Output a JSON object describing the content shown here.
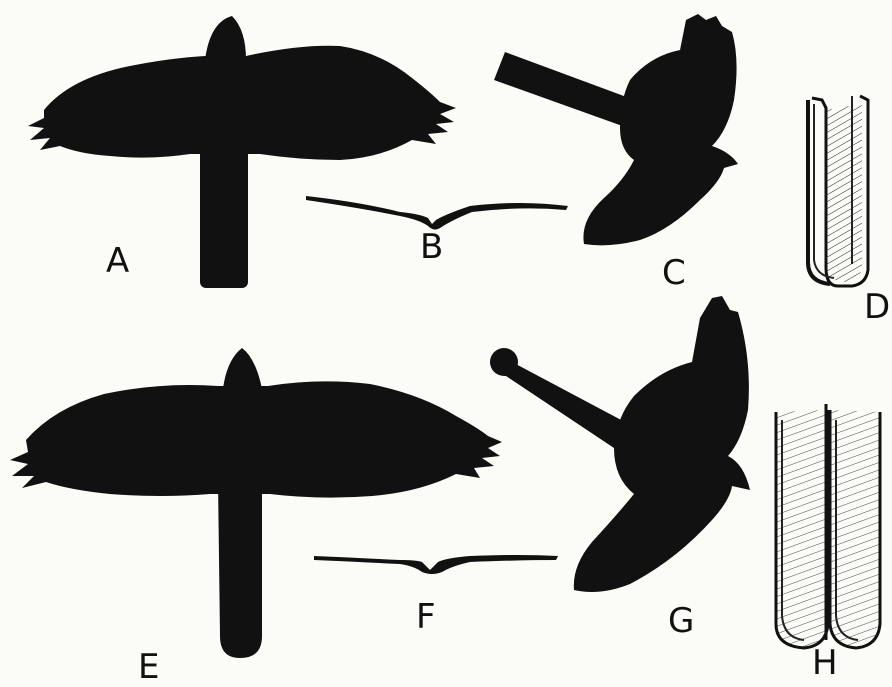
{
  "plate": {
    "ink_color": "#111111",
    "paper_color": "#fbfbf8",
    "figures": [
      {
        "id": "A",
        "label": "A",
        "icon": "soaring-hawk-silhouette-icon"
      },
      {
        "id": "B",
        "label": "B",
        "icon": "hawk-wing-profile-icon"
      },
      {
        "id": "C",
        "label": "C",
        "icon": "hawk-side-silhouette-icon"
      },
      {
        "id": "D",
        "label": "D",
        "icon": "tail-feather-tips-icon"
      },
      {
        "id": "E",
        "label": "E",
        "icon": "soaring-hawk-long-tail-silhouette-icon"
      },
      {
        "id": "F",
        "label": "F",
        "icon": "hawk-wing-profile-flat-icon"
      },
      {
        "id": "G",
        "label": "G",
        "icon": "hawk-side-silhouette-long-tail-icon"
      },
      {
        "id": "H",
        "label": "H",
        "icon": "tail-feather-tips-rounded-icon"
      }
    ]
  }
}
